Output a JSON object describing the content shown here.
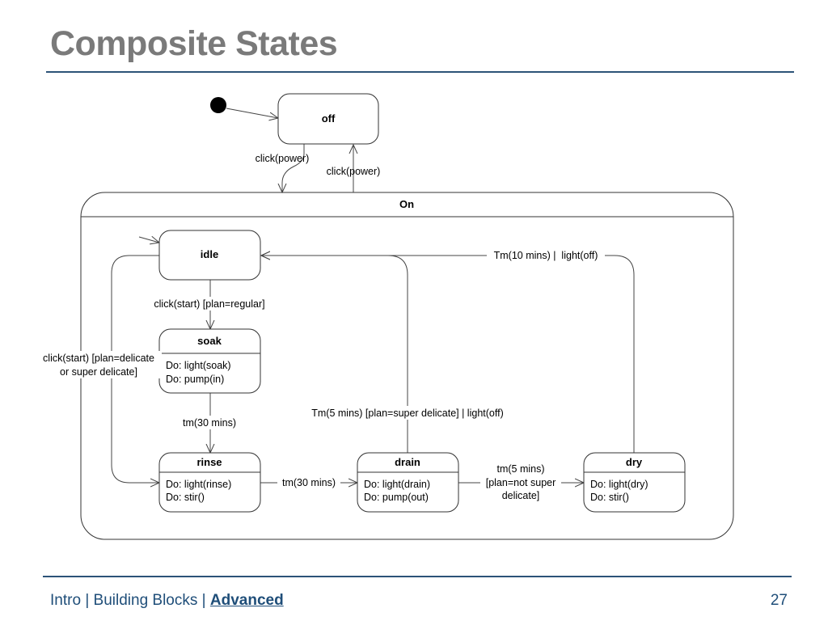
{
  "slide": {
    "title": "Composite States",
    "page_number": "27"
  },
  "footer": {
    "nav_intro": "Intro",
    "separator": "|",
    "nav_building_blocks": "Building Blocks",
    "nav_advanced": "Advanced"
  },
  "diagram": {
    "states": {
      "off": {
        "name": "off"
      },
      "on": {
        "name": "On"
      },
      "idle": {
        "name": "idle"
      },
      "soak": {
        "name": "soak",
        "activities": [
          "Do: light(soak)",
          "Do: pump(in)"
        ]
      },
      "rinse": {
        "name": "rinse",
        "activities": [
          "Do: light(rinse)",
          "Do: stir()"
        ]
      },
      "drain": {
        "name": "drain",
        "activities": [
          "Do: light(drain)",
          "Do: pump(out)"
        ]
      },
      "dry": {
        "name": "dry",
        "activities": [
          "Do: light(dry)",
          "Do: stir()"
        ]
      }
    },
    "transitions": {
      "off_to_on": "click(power)",
      "on_to_off": "click(power)",
      "idle_to_soak": "click(start) [plan=regular]",
      "idle_to_rinse": [
        "click(start) [plan=delicate",
        "or super delicate]"
      ],
      "soak_to_rinse": "tm(30 mins)",
      "rinse_to_drain": "tm(30 mins)",
      "drain_to_idle": "Tm(5 mins) [plan=super delicate] | light(off)",
      "drain_to_dry": [
        "tm(5 mins)",
        "[plan=not super",
        "delicate]"
      ],
      "dry_to_idle": "Tm(10 mins) |  light(off)"
    }
  }
}
